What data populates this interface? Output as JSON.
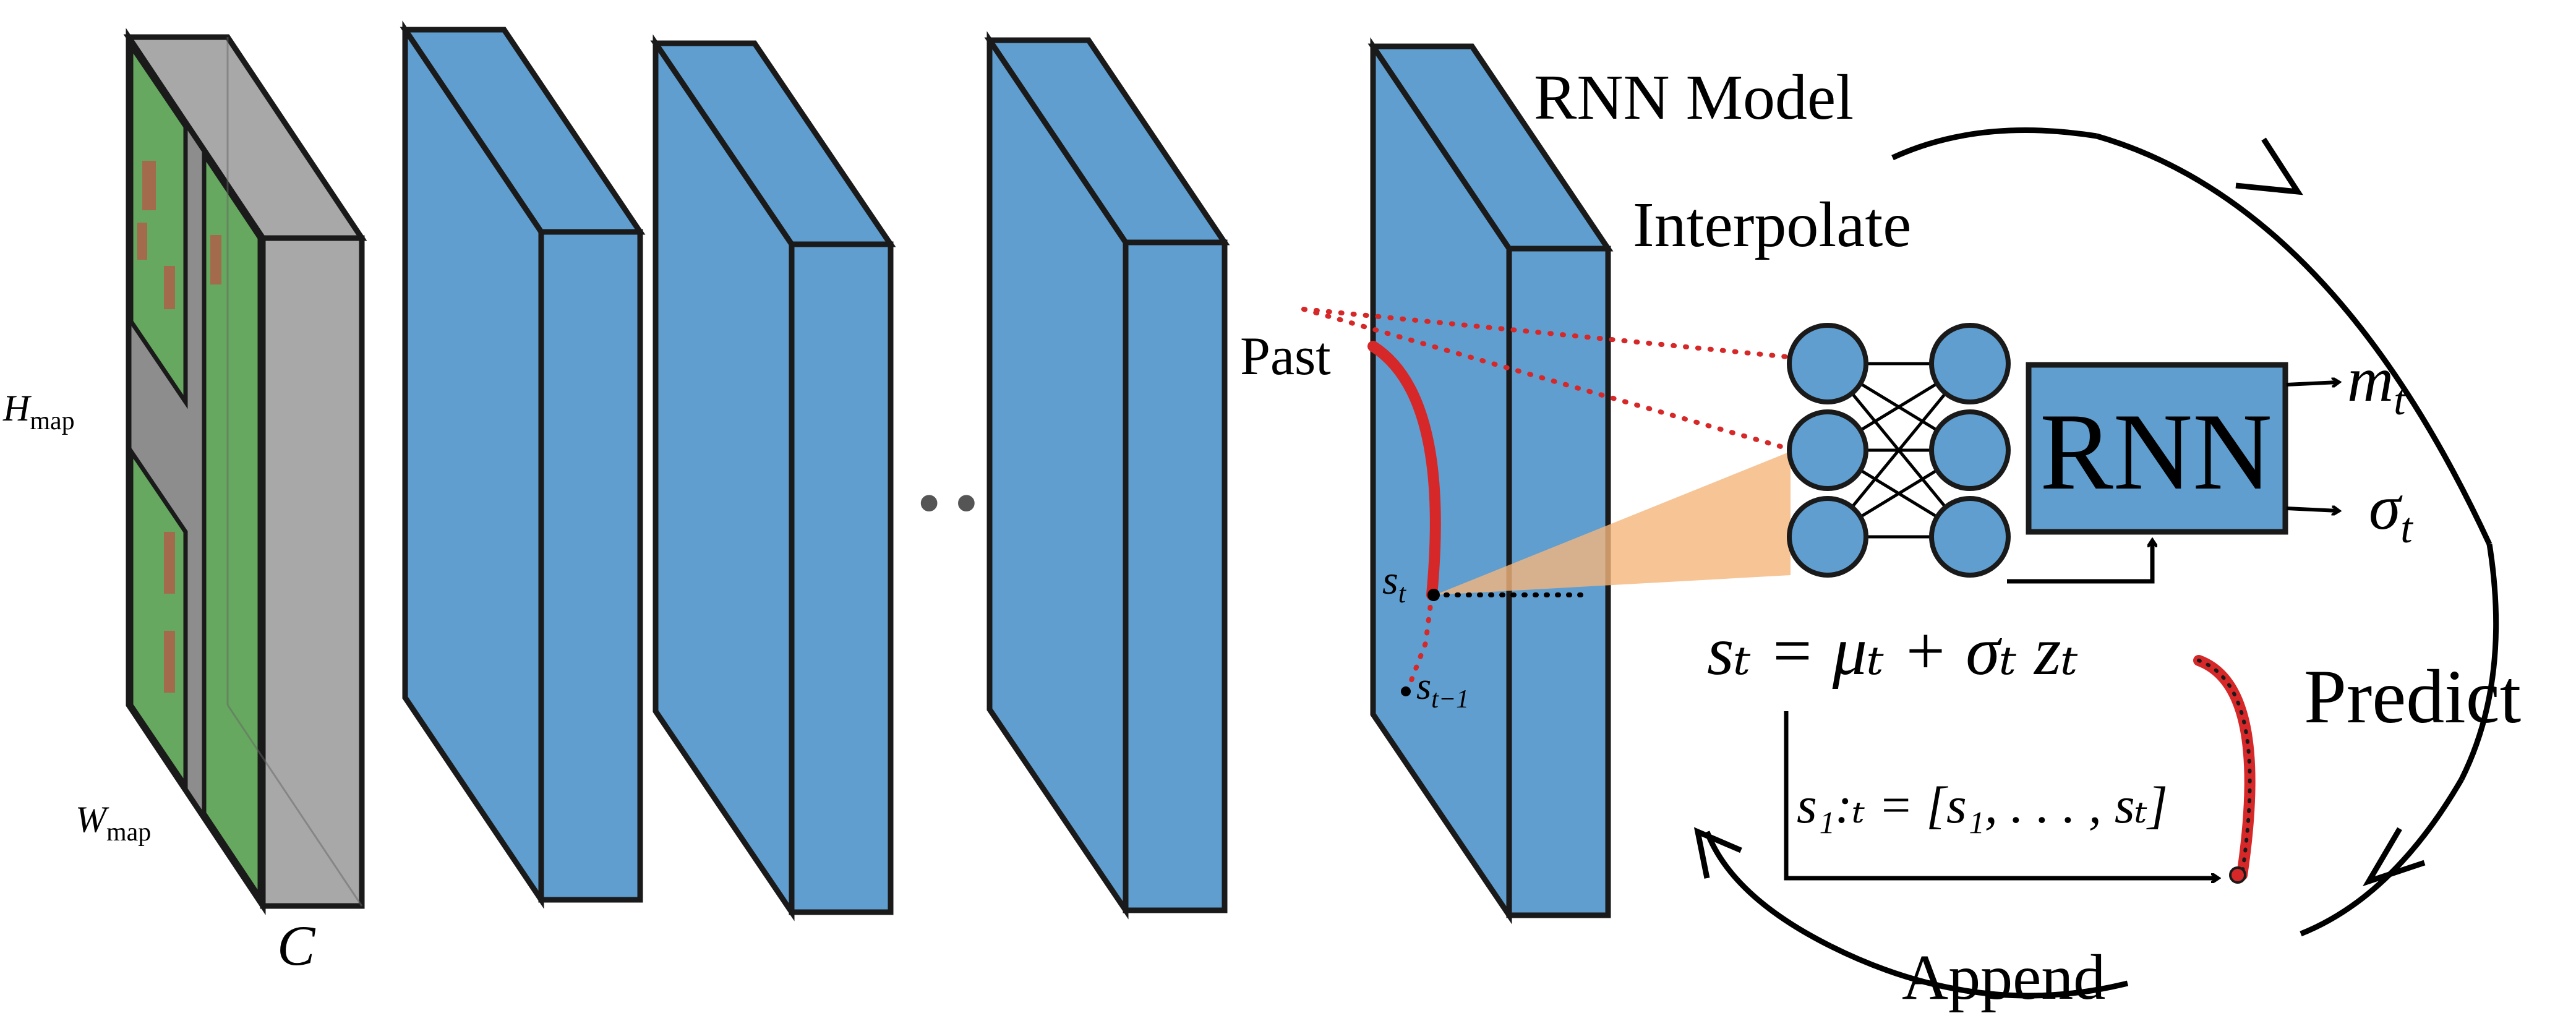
{
  "labels": {
    "h_map": "H",
    "h_map_sub": "map",
    "w_map": "W",
    "w_map_sub": "map",
    "channels": "C",
    "ellipsis": "•••",
    "rnn_model": "RNN Model",
    "interpolate": "Interpolate",
    "past": "Past",
    "s_t": "s",
    "s_t_sub": "t",
    "s_t_minus_1": "s",
    "s_t_minus_1_sub": "t−1",
    "rnn_box": "RNN",
    "m_t": "m",
    "m_t_sub": "t",
    "sigma_t": "σ",
    "sigma_t_sub": "t",
    "equation": "sₜ = μₜ + σₜ zₜ",
    "sequence": "s₁:ₜ = [s₁, . . . , sₜ]",
    "predict": "Predict",
    "append": "Append"
  },
  "colors": {
    "layer_blue": "#5f9ecf",
    "map_gray": "#a8a8a8",
    "map_green": "#66a85f",
    "obstacle_brown": "#a36a4c",
    "trajectory_red": "#d62828",
    "cone_orange": "#f5b57c",
    "stroke": "#1a1a1a"
  },
  "icons": {
    "neuron": "circle-node-icon",
    "arrow": "arrow-head-icon"
  }
}
